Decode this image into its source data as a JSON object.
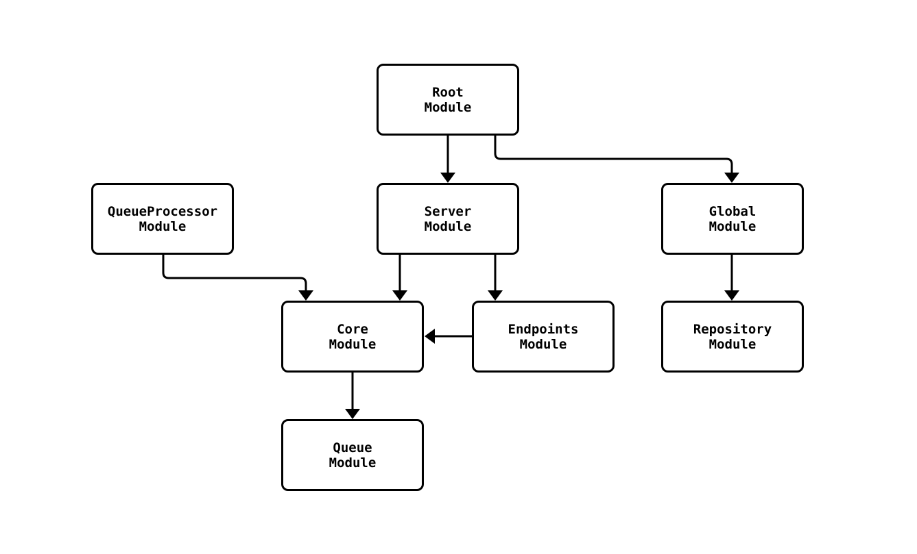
{
  "diagram": {
    "background_color": "#ffffff",
    "stroke_color": "#000000",
    "text_color": "#000000",
    "nodes": {
      "root": {
        "line1": "Root",
        "line2": "Module"
      },
      "queue_processor": {
        "line1": "QueueProcessor",
        "line2": "Module"
      },
      "server": {
        "line1": "Server",
        "line2": "Module"
      },
      "global": {
        "line1": "Global",
        "line2": "Module"
      },
      "core": {
        "line1": "Core",
        "line2": "Module"
      },
      "endpoints": {
        "line1": "Endpoints",
        "line2": "Module"
      },
      "repository": {
        "line1": "Repository",
        "line2": "Module"
      },
      "queue": {
        "line1": "Queue",
        "line2": "Module"
      }
    },
    "edges": [
      {
        "from": "Root Module",
        "to": "Server Module"
      },
      {
        "from": "Root Module",
        "to": "Global Module"
      },
      {
        "from": "QueueProcessor Module",
        "to": "Core Module"
      },
      {
        "from": "Server Module",
        "to": "Core Module"
      },
      {
        "from": "Server Module",
        "to": "Endpoints Module"
      },
      {
        "from": "Endpoints Module",
        "to": "Core Module"
      },
      {
        "from": "Global Module",
        "to": "Repository Module"
      },
      {
        "from": "Core Module",
        "to": "Queue Module"
      }
    ]
  }
}
